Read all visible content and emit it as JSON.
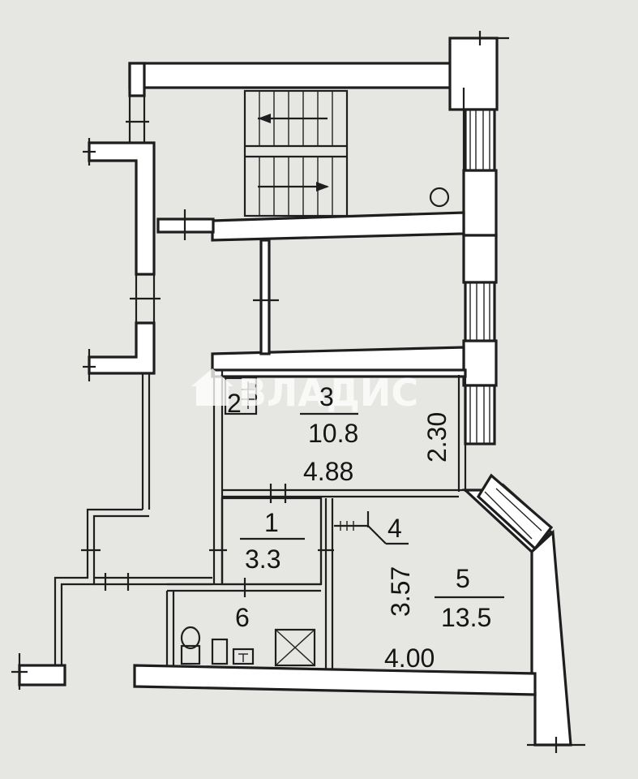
{
  "watermark": {
    "text": "ВЛАДИС"
  },
  "rooms": [
    {
      "number": "1",
      "area": "3.3"
    },
    {
      "number": "2"
    },
    {
      "number": "3",
      "area": "10.8"
    },
    {
      "number": "4"
    },
    {
      "number": "5",
      "area": "13.5"
    },
    {
      "number": "6"
    }
  ],
  "dimensions": {
    "room3_length": "4.88",
    "room3_width": "2.30",
    "room5_length": "4.00",
    "room5_width": "3.57"
  },
  "icons": [
    "stair-arrow-left-icon",
    "stair-arrow-right-icon",
    "toilet-icon",
    "washbasin-icon",
    "stove-icon",
    "shower-tray-icon",
    "house-logo-icon"
  ],
  "colors": {
    "background": "#e6e6e3",
    "line": "#1e1e1e",
    "wall_fill": "#ffffff"
  }
}
